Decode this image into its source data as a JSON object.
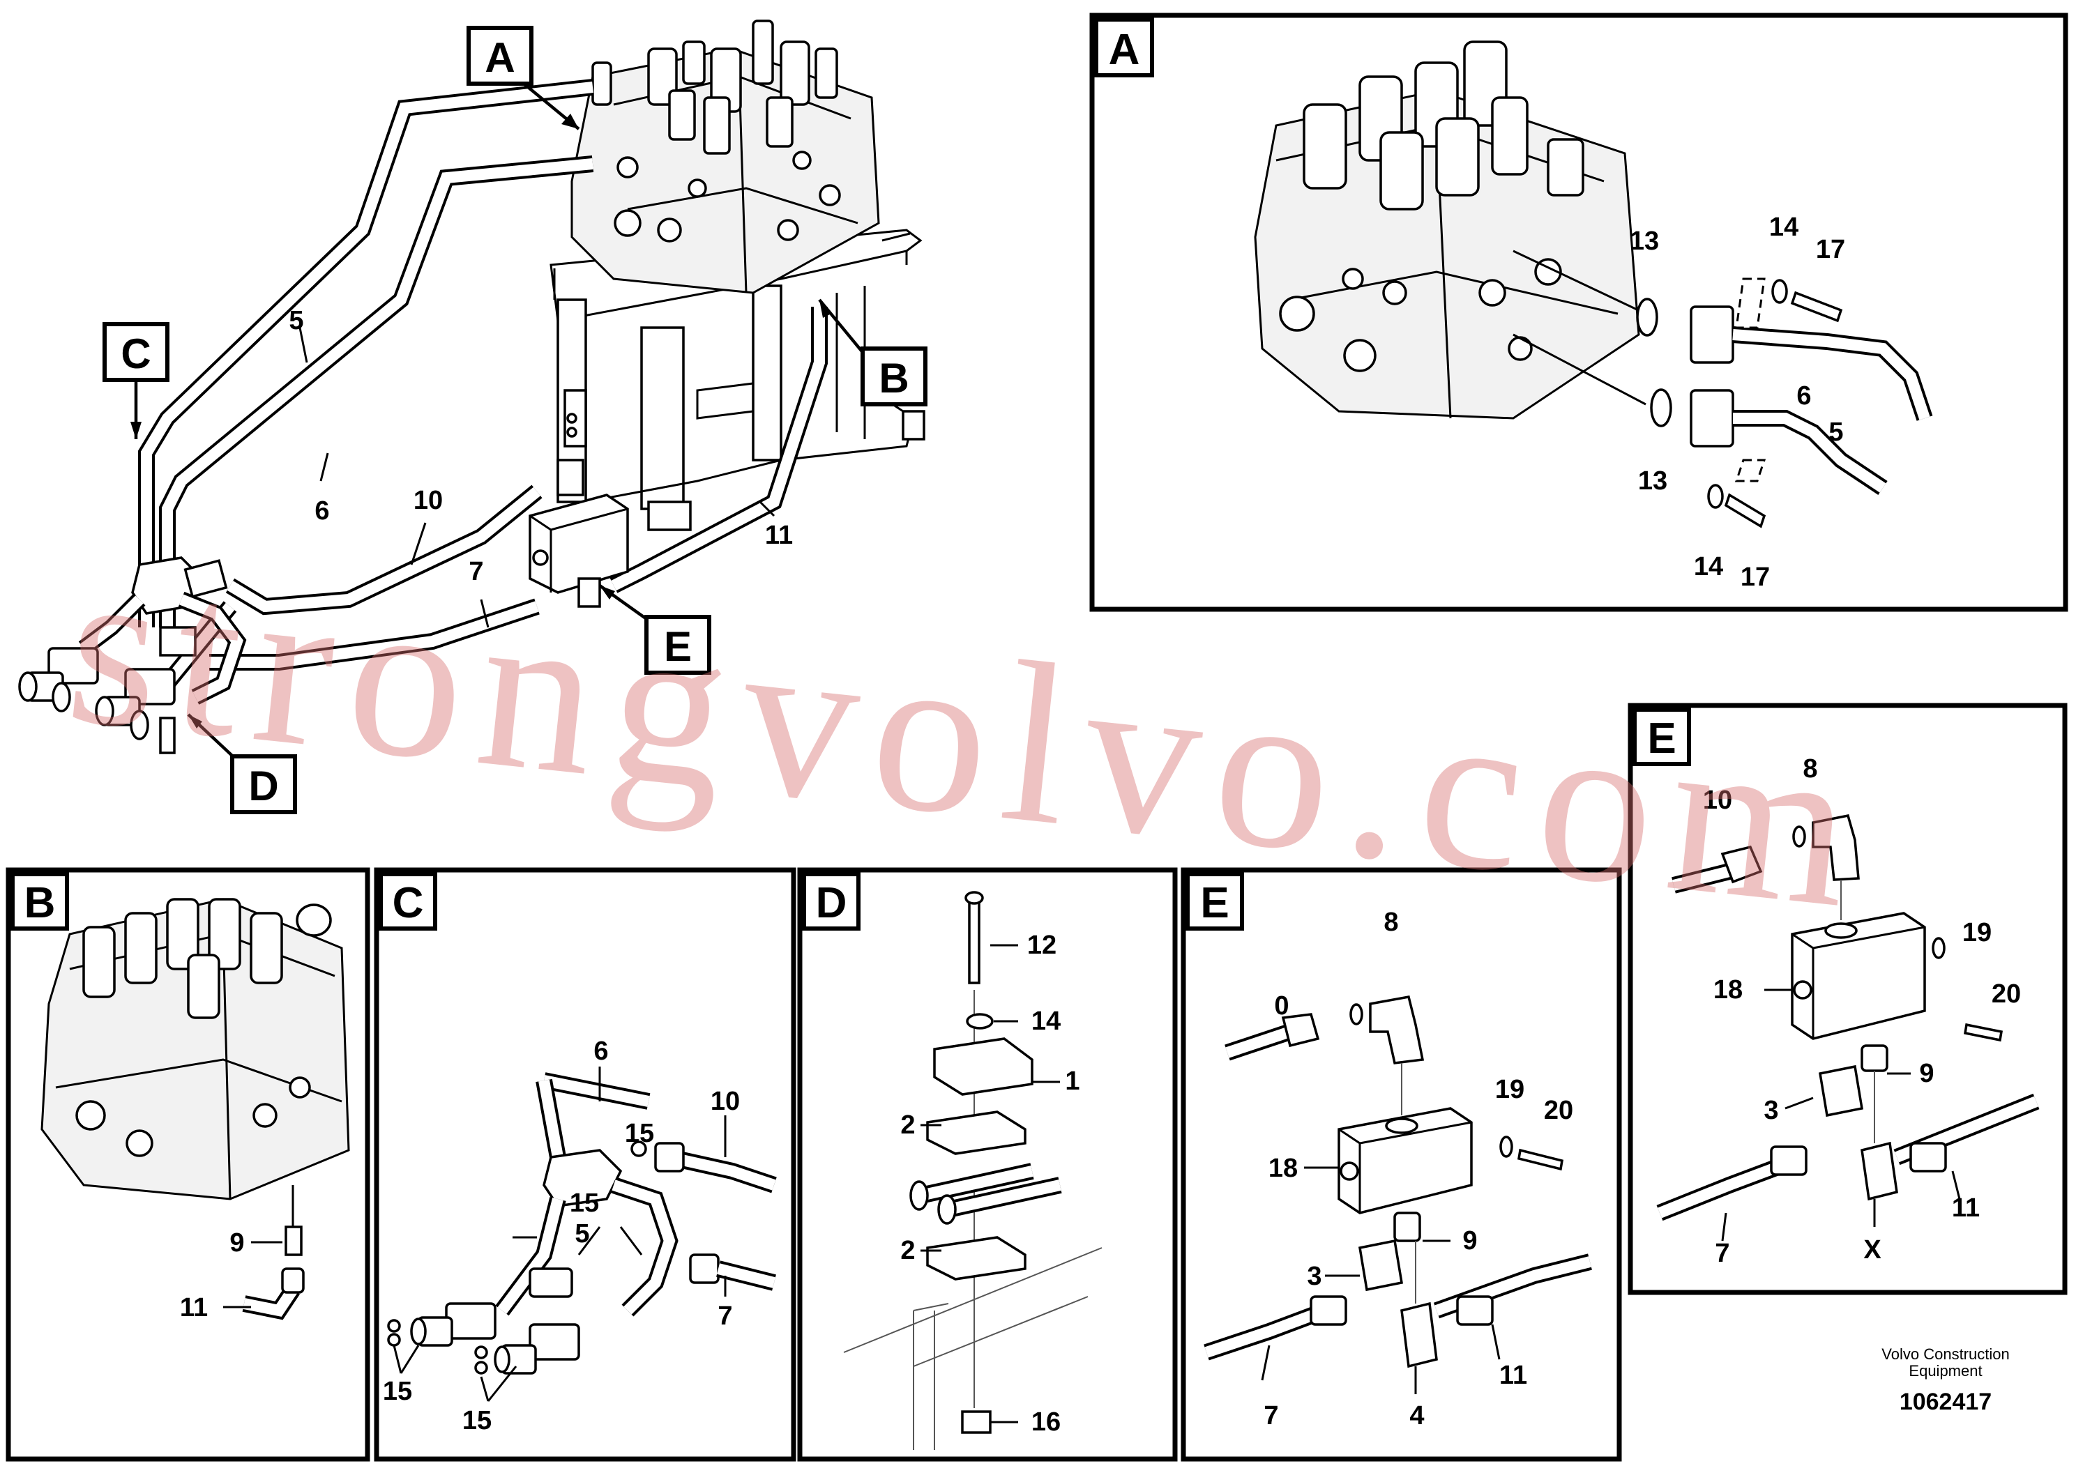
{
  "main": {
    "tags": {
      "a": "A",
      "b": "B",
      "c": "C",
      "d": "D",
      "e": "E"
    },
    "labels": {
      "l5": "5",
      "l6": "6",
      "l10": "10",
      "l7": "7",
      "l11": "11"
    }
  },
  "panel_a": {
    "tag": "A",
    "labels": [
      "13",
      "14",
      "17",
      "6",
      "5",
      "13",
      "14",
      "17"
    ]
  },
  "panel_b": {
    "tag": "B",
    "labels": [
      "9",
      "11"
    ]
  },
  "panel_c": {
    "tag": "C",
    "labels": [
      "6",
      "10",
      "15",
      "15",
      "5",
      "7",
      "15",
      "15"
    ]
  },
  "panel_d": {
    "tag": "D",
    "labels": [
      "12",
      "14",
      "1",
      "2",
      "2",
      "16"
    ]
  },
  "panel_e1": {
    "tag": "E",
    "labels": [
      "0",
      "8",
      "19",
      "20",
      "18",
      "9",
      "3",
      "7",
      "4",
      "11"
    ]
  },
  "panel_e2": {
    "tag": "E",
    "labels": [
      "10",
      "8",
      "19",
      "18",
      "20",
      "9",
      "3",
      "7",
      "11",
      "X"
    ]
  },
  "watermark": "strongvolvo.com",
  "footer": {
    "brand_line1": "Volvo Construction",
    "brand_line2": "Equipment",
    "code": "1062417"
  }
}
